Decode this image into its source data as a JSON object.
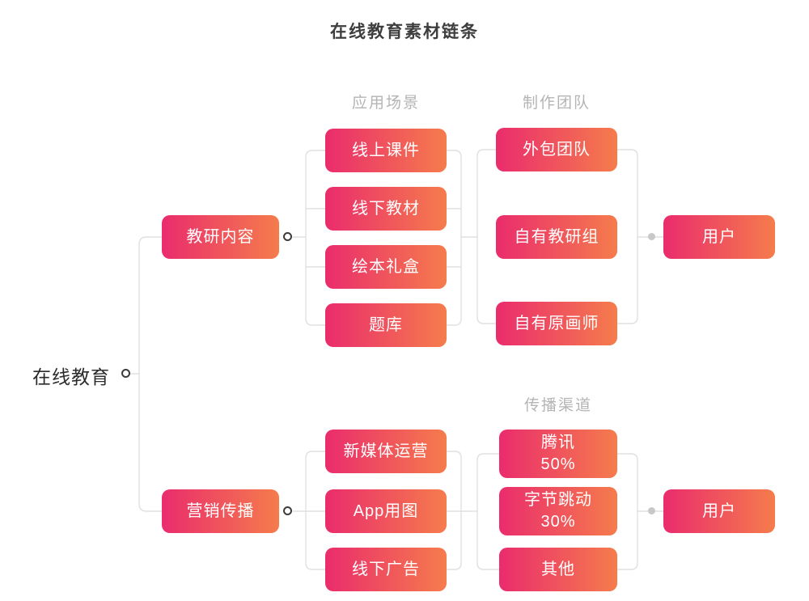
{
  "title": "在线教育素材链条",
  "root": {
    "label": "在线教育"
  },
  "research_branch": {
    "parent": "教研内容",
    "scene_label": "应用场景",
    "scenes": [
      "线上课件",
      "线下教材",
      "绘本礼盒",
      "题库"
    ],
    "team_label": "制作团队",
    "teams": [
      "外包团队",
      "自有教研组",
      "自有原画师"
    ],
    "user": "用户"
  },
  "marketing_branch": {
    "parent": "营销传播",
    "materials": [
      "新媒体运营",
      "App用图",
      "线下广告"
    ],
    "channel_label": "传播渠道",
    "channels": [
      {
        "name": "腾讯",
        "share": "50%"
      },
      {
        "name": "字节跳动",
        "share": "30%"
      },
      {
        "name": "其他"
      }
    ],
    "user": "用户"
  },
  "colors": {
    "node_gradient_start": "#ea2c6d",
    "node_gradient_end": "#f57c4c",
    "connector_line": "#e0e0e0",
    "column_label_text": "#b4b4b4",
    "title_text": "#3e3e3e",
    "handle_border": "#3c3c3c",
    "link_dot": "#c8c8c8"
  }
}
